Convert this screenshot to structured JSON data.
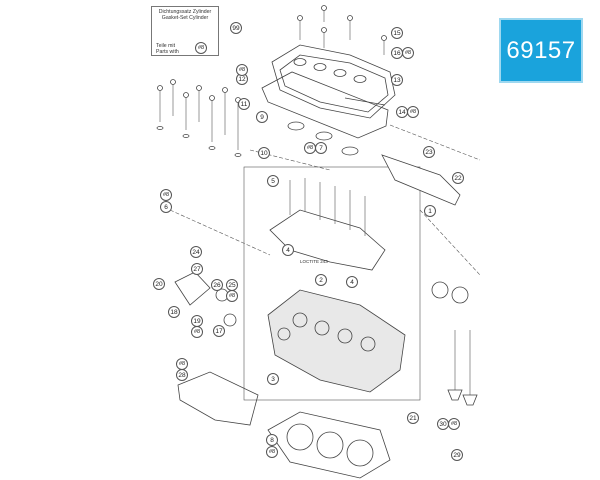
{
  "part_code": "69157",
  "gasket_kit": {
    "title_de": "Dichtungssatz Zylinder",
    "title_kit": "Gasket-Set Cylinder",
    "parts_de": "Teile mit",
    "parts_en": "Parts with",
    "hash_ref": "#8",
    "number": "99"
  },
  "loctite_label": "LOCTITE 243",
  "callouts": {
    "c1": "1",
    "c2": "2",
    "c3": "3",
    "c4a": "4",
    "c4b": "4",
    "c5": "5",
    "c6": "6",
    "c7": "7",
    "c8": "8",
    "c9": "9",
    "c10": "10",
    "c11": "11",
    "c12": "12",
    "c13": "13",
    "c14": "14",
    "c15": "15",
    "c16": "16",
    "c17": "17",
    "c18": "18",
    "c19": "19",
    "c20": "20",
    "c21": "21",
    "c22": "22",
    "c23": "23",
    "c24": "24",
    "c25": "25",
    "c26": "26",
    "c27": "27",
    "c28": "28",
    "c29": "29",
    "c30": "30",
    "h_kit": "#8",
    "h12": "#8",
    "h7": "#8",
    "h14": "#8",
    "h16": "#8",
    "h6": "#8",
    "h25": "#8",
    "h19": "#8",
    "h28": "#8",
    "h8": "#8",
    "h30": "#8"
  }
}
